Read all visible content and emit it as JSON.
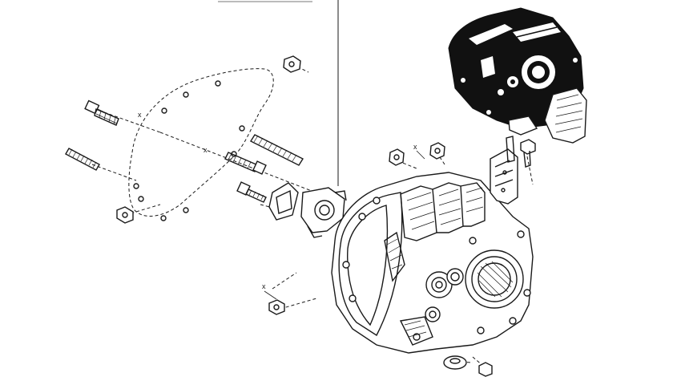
{
  "diagram": {
    "callouts": {
      "x_top": "x",
      "x_mid": "x",
      "x_bottom": "x",
      "x_right": "x",
      "small_x": "x"
    }
  }
}
